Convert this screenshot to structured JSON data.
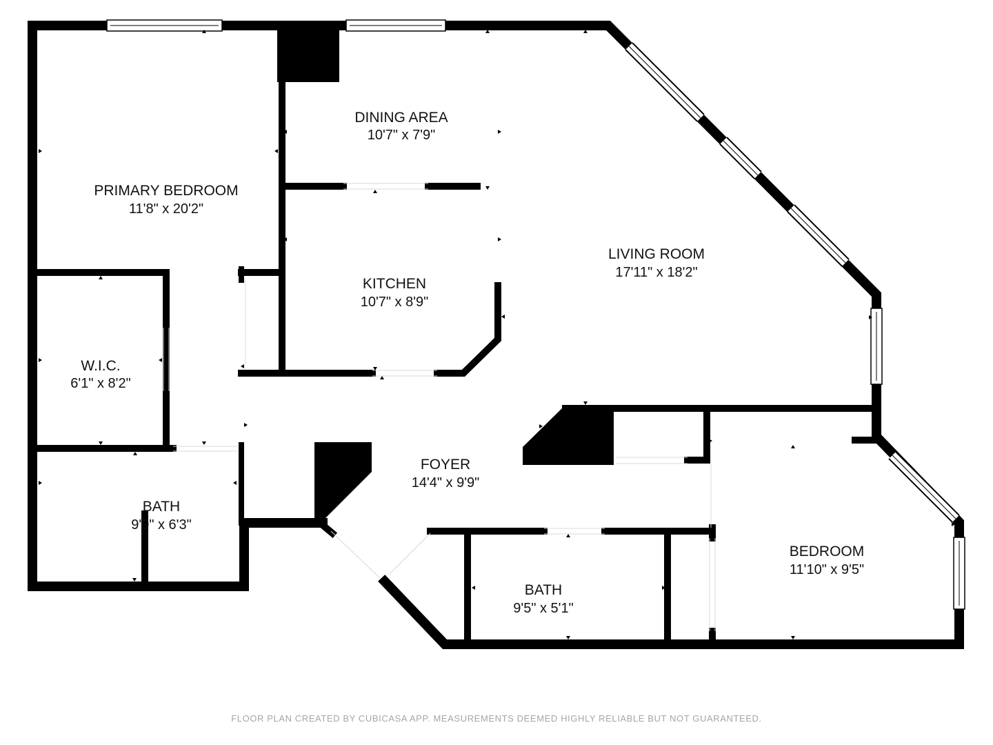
{
  "colors": {
    "wall": "#000000",
    "window": "#ffffff",
    "background": "#ffffff",
    "text": "#111111",
    "footer": "#a5a5a5"
  },
  "rooms": {
    "primary_bedroom": {
      "name": "PRIMARY BEDROOM",
      "size": "11'8\" x 20'2\""
    },
    "dining_area": {
      "name": "DINING AREA",
      "size": "10'7\" x 7'9\""
    },
    "living_room": {
      "name": "LIVING ROOM",
      "size": "17'11\" x 18'2\""
    },
    "kitchen": {
      "name": "KITCHEN",
      "size": "10'7\" x 8'9\""
    },
    "wic": {
      "name": "W.I.C.",
      "size": "6'1\" x 8'2\""
    },
    "foyer": {
      "name": "FOYER",
      "size": "14'4\" x 9'9\""
    },
    "bath_primary": {
      "name": "BATH",
      "size": "9'9\" x 6'3\""
    },
    "bath_hall": {
      "name": "BATH",
      "size": "9'5\" x 5'1\""
    },
    "bedroom": {
      "name": "BEDROOM",
      "size": "11'10\" x 9'5\""
    }
  },
  "footer": {
    "text": "FLOOR PLAN CREATED BY CUBICASA APP. MEASUREMENTS DEEMED HIGHLY RELIABLE BUT NOT GUARANTEED."
  }
}
